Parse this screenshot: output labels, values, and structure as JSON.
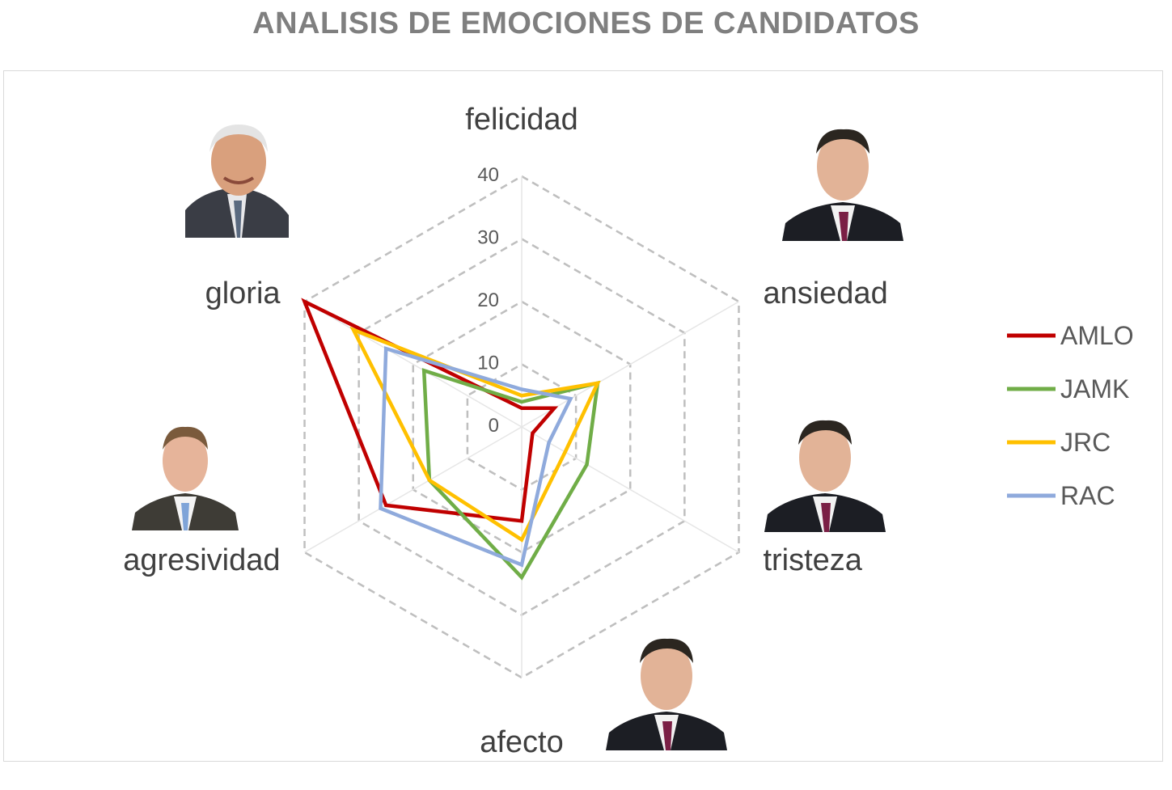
{
  "chart_data": {
    "type": "radar",
    "title": "ANALISIS DE EMOCIONES DE CANDIDATOS",
    "axes": [
      "felicidad",
      "ansiedad",
      "tristeza",
      "afecto",
      "agresividad",
      "gloria"
    ],
    "rlim": [
      0,
      40
    ],
    "ticks": [
      0,
      10,
      20,
      30,
      40
    ],
    "grid": true,
    "legend_position": "right",
    "series": [
      {
        "name": "AMLO",
        "color": "#c00000",
        "values": [
          3,
          6,
          2,
          15,
          25,
          40
        ]
      },
      {
        "name": "JAMK",
        "color": "#70ad47",
        "values": [
          4,
          14,
          12,
          24,
          17,
          18
        ]
      },
      {
        "name": "JRC",
        "color": "#ffc000",
        "values": [
          5,
          14,
          8,
          18,
          17,
          31
        ]
      },
      {
        "name": "RAC",
        "color": "#8faadc",
        "values": [
          6,
          9,
          5,
          22,
          26,
          25
        ]
      }
    ]
  },
  "icons": [
    "portrait-amlo",
    "portrait-jamk",
    "portrait-jrc",
    "portrait-rac",
    "portrait-candidate"
  ]
}
